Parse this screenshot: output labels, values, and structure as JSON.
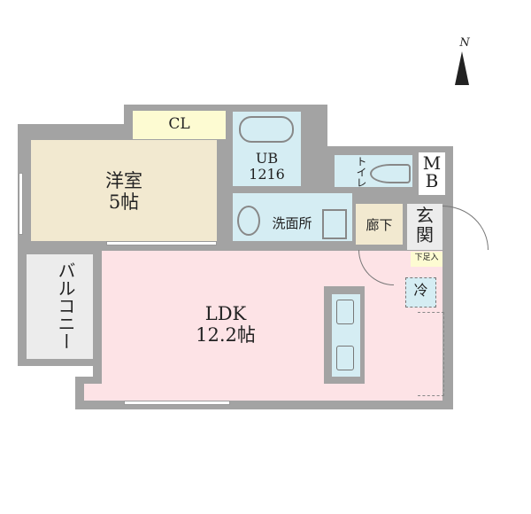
{
  "rooms": {
    "western": {
      "name": "洋室",
      "size": "5帖"
    },
    "closet": {
      "name": "CL"
    },
    "bath": {
      "name": "UB",
      "size": "1216"
    },
    "washroom": {
      "name": "洗面所"
    },
    "toilet": {
      "name": "トイレ"
    },
    "meter_box": {
      "name": "MB"
    },
    "entrance": {
      "name": "玄関"
    },
    "shoe_box": {
      "name": "下足入"
    },
    "hallway": {
      "name": "廊下"
    },
    "ldk": {
      "name": "LDK",
      "size": "12.2帖"
    },
    "balcony": {
      "name": "バルコニー"
    },
    "fridge": {
      "name": "冷"
    }
  },
  "compass": {
    "label": "N"
  },
  "colors": {
    "wall": "#a3a3a3",
    "ldk": "#fde3e6",
    "western": "#f2e9d0",
    "wet": "#d5edf3",
    "closet": "#fdfbd2"
  }
}
